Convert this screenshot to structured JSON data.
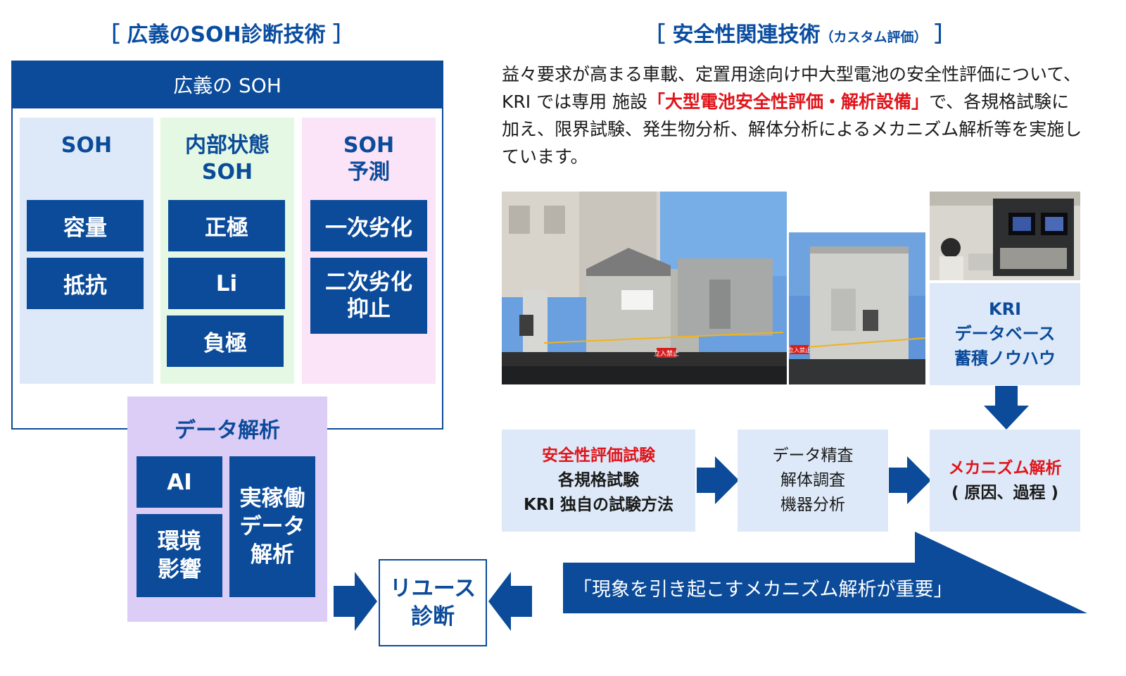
{
  "left": {
    "heading": "［ 広義のSOH診断技術 ］",
    "panel_title": "広義の SOH",
    "col_soh": {
      "title": "SOH",
      "items": [
        "容量",
        "抵抗"
      ]
    },
    "col_internal": {
      "title_line1": "内部状態",
      "title_line2": "SOH",
      "items": [
        "正極",
        "Li",
        "負極"
      ]
    },
    "col_predict": {
      "title_line1": "SOH",
      "title_line2": "予測",
      "item1": "一次劣化",
      "item2_line1": "二次劣化",
      "item2_line2": "抑止"
    },
    "analysis": {
      "title": "データ解析",
      "ai": "AI",
      "env_line1": "環境",
      "env_line2": "影響",
      "real_line1": "実稼働",
      "real_line2": "データ",
      "real_line3": "解析"
    },
    "reuse_line1": "リユース",
    "reuse_line2": "診断"
  },
  "right": {
    "heading_main": "［ 安全性関連技術",
    "heading_small": "（カスタム評価）",
    "heading_close": " ］",
    "para_part1": "益々要求が高まる車載、定置用途向け中大型電池の安全性評価について、KRI では専用 施設",
    "para_highlight": "「大型電池安全性評価・解析設備」",
    "para_part2": "で、各規格試験に加え、限界試験、発生物分析、解体分析によるメカニズム解析等を実施しています。",
    "sign_text": "立入禁止",
    "kri_box": {
      "line1": "KRI",
      "line2": "データベース",
      "line3": "蓄積ノウハウ"
    },
    "flow": {
      "test_title": "安全性評価試験",
      "test_line1": "各規格試験",
      "test_line2": "KRI 独自の試験方法",
      "data_line1": "データ精査",
      "data_line2": "解体調査",
      "data_line3": "機器分析",
      "mech_title": "メカニズム解析",
      "mech_line1": "( 原因、過程 )"
    },
    "banner": "「現象を引き起こすメカニズム解析が重要」"
  },
  "colors": {
    "navy": "#0b4b9a",
    "heading_blue": "#0a4da0",
    "light_blue": "#dde9f8",
    "light_green": "#e4f8e3",
    "light_pink": "#fbe3f8",
    "lavender": "#dccdf7",
    "red": "#e0151b"
  }
}
